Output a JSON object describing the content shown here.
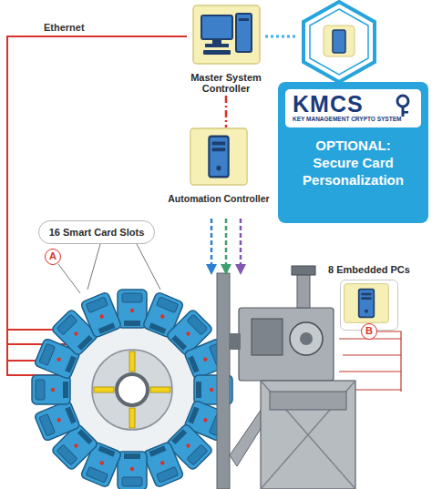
{
  "diagram": {
    "nodes": [
      {
        "text": [
          "Master System Controller"
        ]
      },
      {
        "text": [
          "Automation Controller"
        ]
      },
      {
        "text": [
          "KMCS",
          "KEY MANAGEMENT CRYPTO SYSTEM",
          "OPTIONAL: Secure Card Personalization"
        ]
      },
      {
        "text": [
          "16 Smart Card Slots"
        ]
      },
      {
        "text": [
          "8 Embedded PCs"
        ]
      }
    ],
    "edges": [
      {
        "from": 0,
        "to": 1,
        "arrow": "none"
      },
      {
        "from": 0,
        "to": 2,
        "arrow": "none"
      }
    ],
    "labels": [
      "Ethernet",
      "A",
      "B"
    ]
  }
}
